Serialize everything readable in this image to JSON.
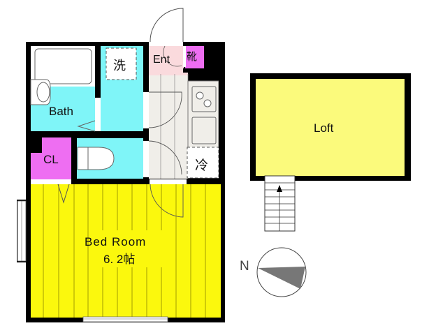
{
  "plan": {
    "rooms": {
      "bath": {
        "label": "Bath",
        "color": "#7ff5f8"
      },
      "laundry": {
        "label": "洗",
        "color": "#7ff5f8"
      },
      "entrance": {
        "label": "Ent",
        "color": "#fadadd"
      },
      "shoe_storage": {
        "label": "靴",
        "color": "#ee6ef2"
      },
      "closet": {
        "label": "CL",
        "color": "#ee6ef2"
      },
      "toilet": {
        "color": "#7ff5f8"
      },
      "refrigerator": {
        "label": "冷"
      },
      "bedroom": {
        "label": "Bed Room",
        "size": "6. 2帖",
        "color": "#fbf80d"
      },
      "loft": {
        "label": "Loft",
        "color": "#fbfa7c"
      }
    },
    "compass": {
      "label": "N"
    },
    "wall_color": "#000000",
    "hall_color": "#f0eee9"
  }
}
